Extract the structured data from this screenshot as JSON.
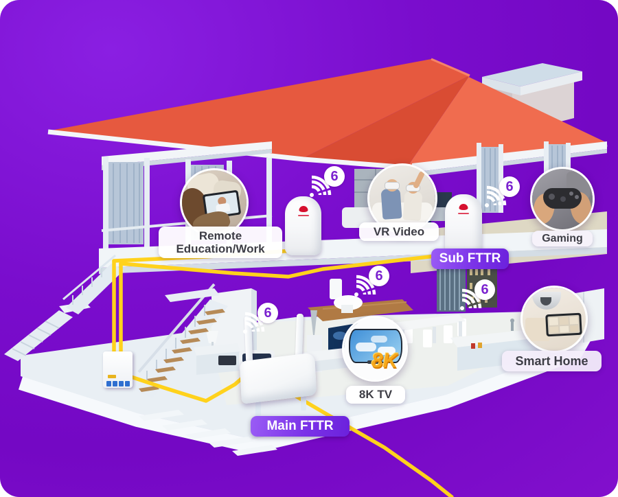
{
  "labels": {
    "remote": "Remote Education/Work",
    "vr": "VR Video",
    "gaming": "Gaming",
    "sub_fttr": "Sub FTTR",
    "smart_home": "Smart Home",
    "tv8k": "8K TV",
    "main_fttr": "Main FTTR"
  },
  "wifi": {
    "number": "6",
    "icon": "wifi-6-icon"
  },
  "tv": {
    "badge": "8K"
  },
  "colors": {
    "background_purple": "#7a0dcd",
    "roof_red": "#ec6247",
    "cable_yellow": "#ffd21c",
    "wifi_badge_purple": "#7b22cf",
    "pill_purple_start": "#9a5cf5",
    "pill_purple_end": "#6b21dc",
    "tv_badge_orange": "#f5a81c"
  }
}
